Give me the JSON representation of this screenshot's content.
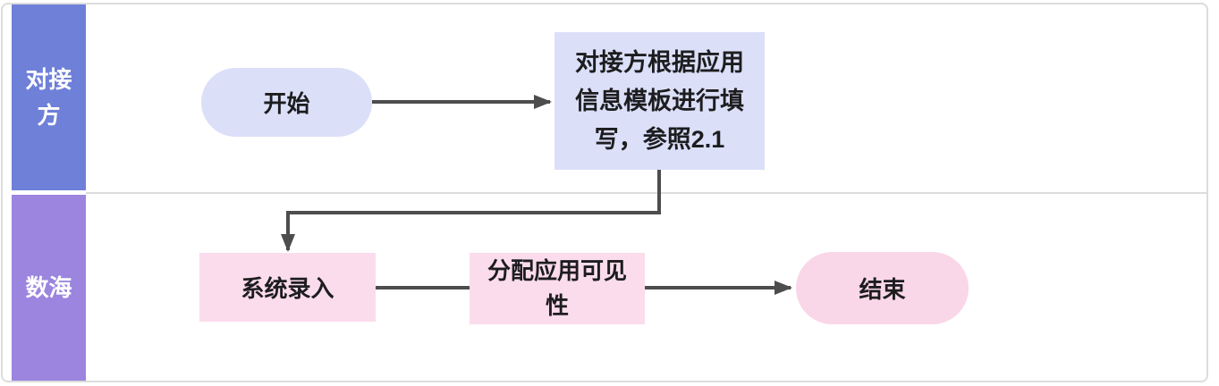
{
  "diagram": {
    "type": "swimlane-flowchart",
    "lanes": [
      {
        "label": "对接方",
        "color": "#6f80d8",
        "text_color": "#ffffff"
      },
      {
        "label": "数海",
        "color": "#9b85de",
        "text_color": "#ffffff"
      }
    ],
    "nodes": {
      "start": {
        "label": "开始",
        "shape": "pill",
        "color": "#dbdff8",
        "lane": "对接方"
      },
      "fill_template": {
        "text": "对接方根据应用信息模板进行填写，参照2.1",
        "lines": [
          "对接方根据应用",
          "信息模板进行填",
          "写，参照2.1"
        ],
        "shape": "rect",
        "color": "#dbdff8",
        "lane": "对接方"
      },
      "system_entry": {
        "label": "系统录入",
        "shape": "rect",
        "color": "#fbdcec",
        "lane": "数海"
      },
      "assign_visibility": {
        "text": "分配应用可见性",
        "lines": [
          "分配应用可见",
          "性"
        ],
        "shape": "rect",
        "color": "#fbdcec",
        "lane": "数海"
      },
      "end": {
        "label": "结束",
        "shape": "pill",
        "color": "#f9d6e8",
        "lane": "数海"
      }
    },
    "connections": [
      {
        "from": "start",
        "to": "fill_template",
        "arrowhead": true
      },
      {
        "from": "fill_template",
        "to": "system_entry",
        "arrowhead": true
      },
      {
        "from": "system_entry",
        "to": "assign_visibility",
        "arrowhead": false
      },
      {
        "from": "assign_visibility",
        "to": "end",
        "arrowhead": true
      }
    ],
    "colors": {
      "arrow": "#4d4d4d",
      "border": "#dcdcdc",
      "background": "#ffffff",
      "node_text": "#1d1d1f"
    }
  }
}
